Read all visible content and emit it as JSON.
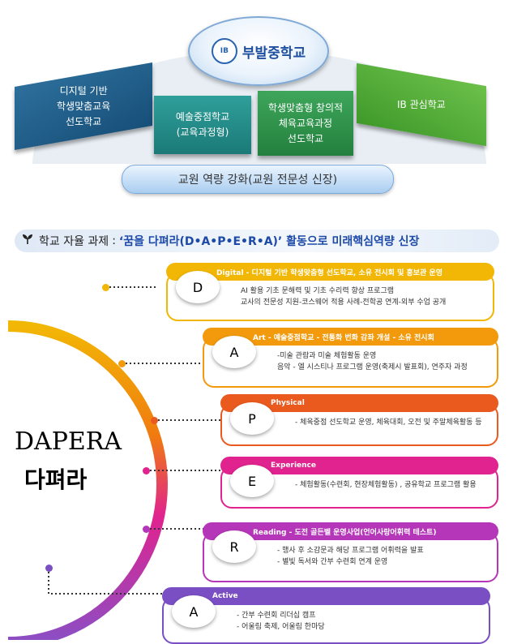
{
  "top": {
    "school_name": "부발중학교",
    "logo_text": "IB",
    "pillars": [
      {
        "line1": "디지털 기반",
        "line2": "학생맞춤교육",
        "line3": "선도학교"
      },
      {
        "line1": "예술중점학교",
        "line2": "(교육과정형)",
        "line3": ""
      },
      {
        "line1": "학생맞춤형 창의적",
        "line2": "체육교육과정",
        "line3": "선도학교"
      },
      {
        "line1": "IB 관심학교",
        "line2": "",
        "line3": ""
      }
    ],
    "pill": "교원 역량 강화(교원 전문성 신장)"
  },
  "task": {
    "label": "학교 자율 과제",
    "sep": ":",
    "text": "‘꿈을 다펴라(D•A•P•E•R•A)’ 활동으로 미래핵심역량 신장"
  },
  "dapera": {
    "title": "DAPERA",
    "korean": "다펴라"
  },
  "rows": [
    {
      "letter": "D",
      "color": "#f2b705",
      "head": "Digital - 디지털 기반 학생맞춤형 선도학교, 소유 전시회 및 홍보관 운영",
      "lines": [
        "AI 활용 기초 문해력 및 기초 수리력 향상 프로그램",
        "교사의 전문성 지원-코스웨어 적용 사례-전학공 연계-외부 수업 공개"
      ]
    },
    {
      "letter": "A",
      "color": "#f29a0c",
      "head": "Art - 예술중점학교 - 전통화 번화 감좌 개설 - 소유 전시회",
      "lines": [
        "-미술 관람과 미술 체험활동 운영",
        "음악 - 엘 시스티나 프로그램 운영(축제시 발표회), 연주자 과정"
      ]
    },
    {
      "letter": "P",
      "color": "#ea5a1e",
      "head": "Physical",
      "lines": [
        "- 체육중점 선도학교 운영, 체육대회, 오전 및 주말체육활동 등"
      ]
    },
    {
      "letter": "E",
      "color": "#e0238f",
      "head": "Experience",
      "lines": [
        "- 체험활동(수련회, 현장체험활동) , 공유학교 프로그램 활용"
      ]
    },
    {
      "letter": "R",
      "color": "#b536b8",
      "head": "Reading - 도전 골든벨 운영사업(언어사랑어휘력 테스트)",
      "lines": [
        "- 행사 후 소감문과 해당 프로그램 어휘력을 발표",
        "- 별빛 독서와 간부 수련회 연계 운영"
      ]
    },
    {
      "letter": "A",
      "color": "#7a4fc4",
      "head": "Active",
      "lines": [
        "- 간부 수련회 리더십 캠프",
        "- 어울림 축제, 어울림 한마당"
      ]
    }
  ]
}
